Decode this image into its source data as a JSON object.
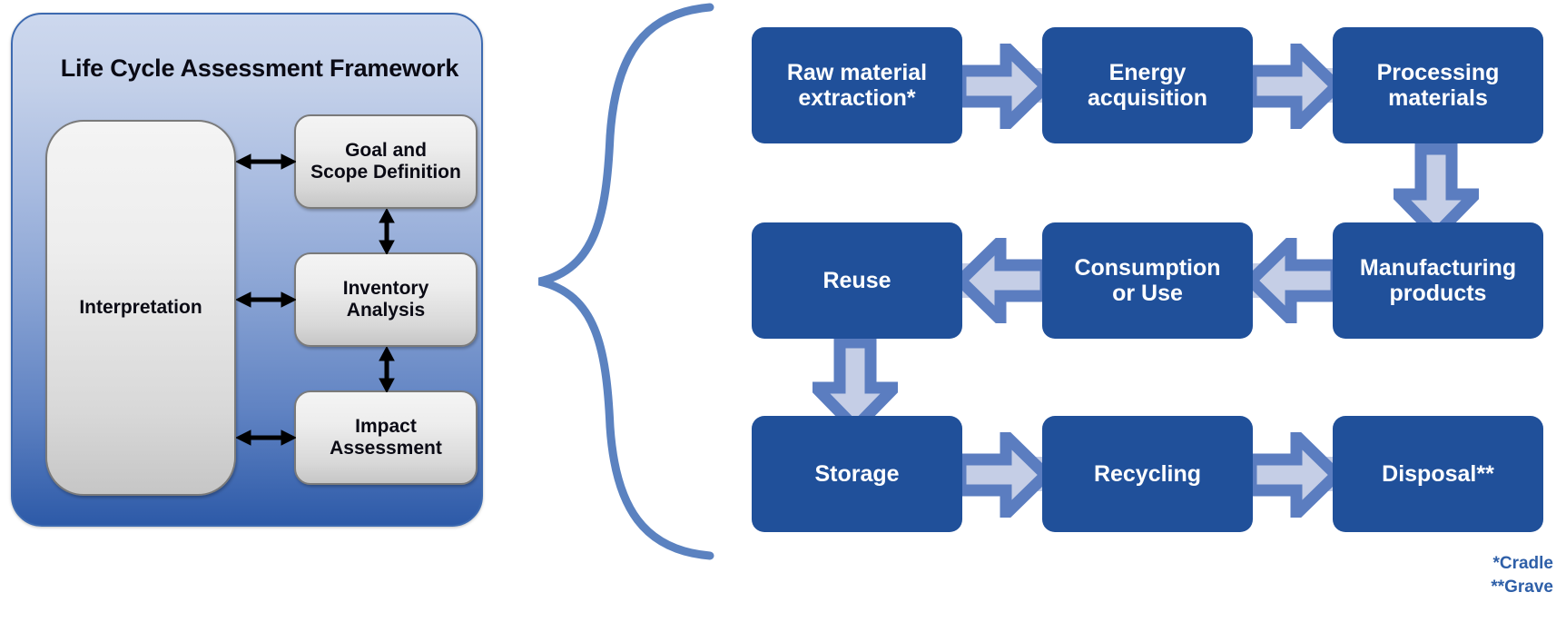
{
  "framework": {
    "title": "Life Cycle Assessment Framework",
    "interpretation_label": "Interpretation",
    "stages": [
      {
        "id": "goal-and-scope-definition",
        "label": "Goal and\nScope Definition"
      },
      {
        "id": "inventory-analysis",
        "label": "Inventory\nAnalysis"
      },
      {
        "id": "impact-assessment",
        "label": "Impact\nAssessment"
      }
    ]
  },
  "lifecycle": {
    "row1": [
      {
        "id": "raw-material-extraction",
        "label": "Raw material\nextraction*"
      },
      {
        "id": "energy-acquisition",
        "label": "Energy\nacquisition"
      },
      {
        "id": "processing-materials",
        "label": "Processing\nmaterials"
      }
    ],
    "row2": [
      {
        "id": "reuse",
        "label": "Reuse"
      },
      {
        "id": "consumption-or-use",
        "label": "Consumption\nor Use"
      },
      {
        "id": "manufacturing-products",
        "label": "Manufacturing\nproducts"
      }
    ],
    "row3": [
      {
        "id": "storage",
        "label": "Storage"
      },
      {
        "id": "recycling",
        "label": "Recycling"
      },
      {
        "id": "disposal",
        "label": "Disposal**"
      }
    ]
  },
  "footnotes": {
    "cradle": "*Cradle",
    "grave": "**Grave"
  },
  "colors": {
    "flow_box_fill": "#20509a",
    "arrow_stroke": "#5b7dc0",
    "arrow_fill": "#c5cee6",
    "brace_stroke": "#5b82c0",
    "panel_top": "#cdd8ee",
    "panel_bottom": "#2d5aa8",
    "footnote_text": "#2e5fa8"
  }
}
